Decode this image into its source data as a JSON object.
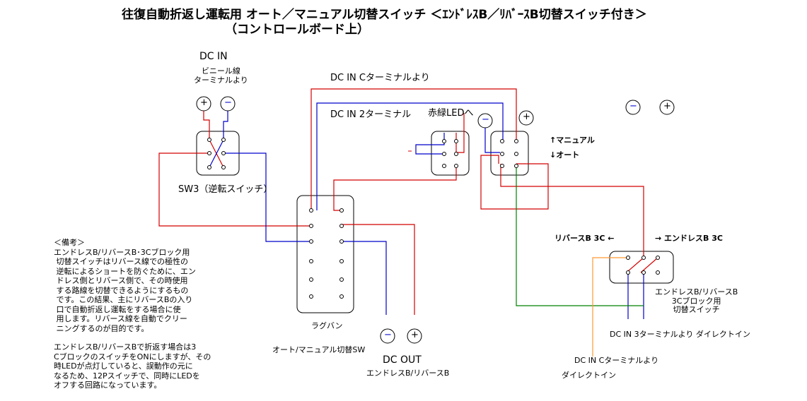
{
  "title": {
    "line1": "往復自動折返し運転用  オート／マニュアル切替スイッチ  ＜ｴﾝﾄﾞﾚｽB／ﾘﾊﾞｰｽB切替スイッチ付き＞",
    "line2": "（コントロールボード上）"
  },
  "labels": {
    "dc_in": "DC  IN",
    "vinyl_wire": "ビニール線\nターミナルより",
    "plus": "+",
    "minus": "−",
    "sw3": "SW3（逆転スイッチ）",
    "dc_in_c_top": "DC  IN  Cターミナルより",
    "dc_in_2": "DC  IN  2ターミナル",
    "red_led": "赤緑LEDへ",
    "manual": "↑マニュアル",
    "auto": "↓オート",
    "reverse_3c": "リバースB  3C  ←",
    "endless_3c": "→ エンドレスB  3C",
    "lugban": "ラグバン",
    "auto_manual_sw": "オート/マニュアル切替SW",
    "dc_out": "DC OUT",
    "dc_out_sub": "エンドレスB/リバースB",
    "block_switch": "エンドレスB/リバースB\n3Cブロック用\n切替スイッチ",
    "dc_in_3": "DC  IN  3ターミナルより ダイレクトイン",
    "dc_in_c_bottom": "DC  IN  Cターミナルより",
    "direct_in": "ダイレクトイン"
  },
  "notes": {
    "remark": "＜備考＞\nエンドレスB/リバースB･3Cブロック用\n 切替スイッチはリバース線での極性の\n 逆転によるショートを防ぐために、エン\n ドレス側とリバース側で、その時使用\n する路線を切替できるようにするもの\n です。この結果、主にリバースBの入り\n 口で自動折返し運転をする場合に使\n 用します。リバース線を自動でクリー\n ニングするのが目的です。",
    "endless": "エンドレスB/リバースBで折返す場合は3\nCブロックのスイッチをONにしますが、その\n時LEDが点灯していると、誤動作の元に\nなるため、12Pスイッチで、同時にLEDを\nオフする回路になっています。"
  },
  "colors": {
    "red": "#d40000",
    "blue": "#0000cc",
    "green": "#008000",
    "orange": "#ff9933",
    "black": "#000000"
  }
}
